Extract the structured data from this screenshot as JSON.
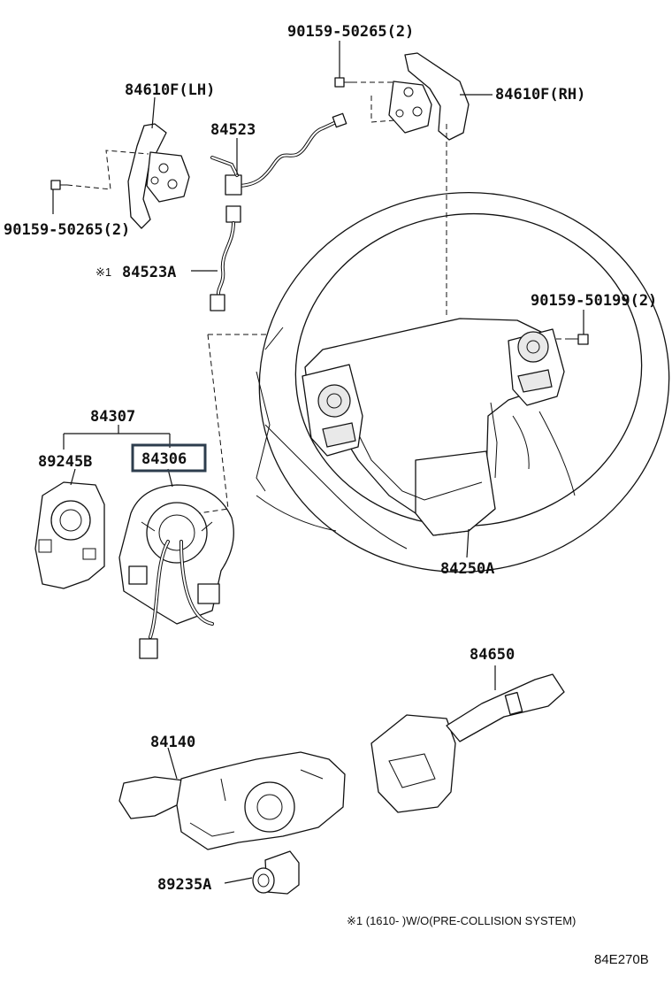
{
  "labels": {
    "bolt_top": "90159-50265(2)",
    "paddle_lh": "84610F(LH)",
    "paddle_rh": "84610F(RH)",
    "wire_84523": "84523",
    "bolt_left": "90159-50265(2)",
    "wire_84523a_mark": "※1",
    "wire_84523a": "84523A",
    "bolt_right": "90159-50199(2)",
    "assy_84307": "84307",
    "cover_89245b": "89245B",
    "spiral_84306": "84306",
    "wheel_84250a": "84250A",
    "switch_84650": "84650",
    "switch_84140": "84140",
    "sensor_89235a": "89235A"
  },
  "footnote": "※1 (1610-      )W/O(PRE-COLLISION SYSTEM)",
  "figure_ref": "84E270B",
  "highlight_color": "#2d3d4d"
}
